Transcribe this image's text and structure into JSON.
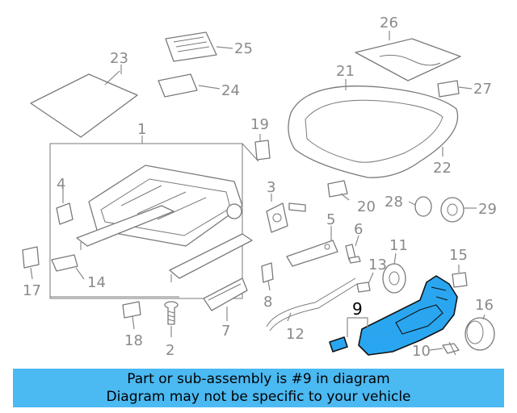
{
  "callouts": {
    "c1": "1",
    "c2": "2",
    "c3": "3",
    "c4": "4",
    "c5": "5",
    "c6": "6",
    "c7": "7",
    "c8": "8",
    "c9": "9",
    "c10": "10",
    "c11": "11",
    "c12": "12",
    "c13": "13",
    "c14": "14",
    "c15": "15",
    "c16": "16",
    "c17": "17",
    "c18": "18",
    "c19": "19",
    "c20": "20",
    "c21": "21",
    "c22": "22",
    "c23": "23",
    "c24": "24",
    "c25": "25",
    "c26": "26",
    "c27": "27",
    "c28": "28",
    "c29": "29"
  },
  "highlighted_part": "9",
  "colors": {
    "highlight_fill": "#2aa6f0",
    "banner_background": "#4bb9f2",
    "callout_text": "#8a8a8a"
  },
  "banner": {
    "line1": "Part or sub-assembly is #9 in diagram",
    "line2": "Diagram may not be specific to your vehicle"
  }
}
